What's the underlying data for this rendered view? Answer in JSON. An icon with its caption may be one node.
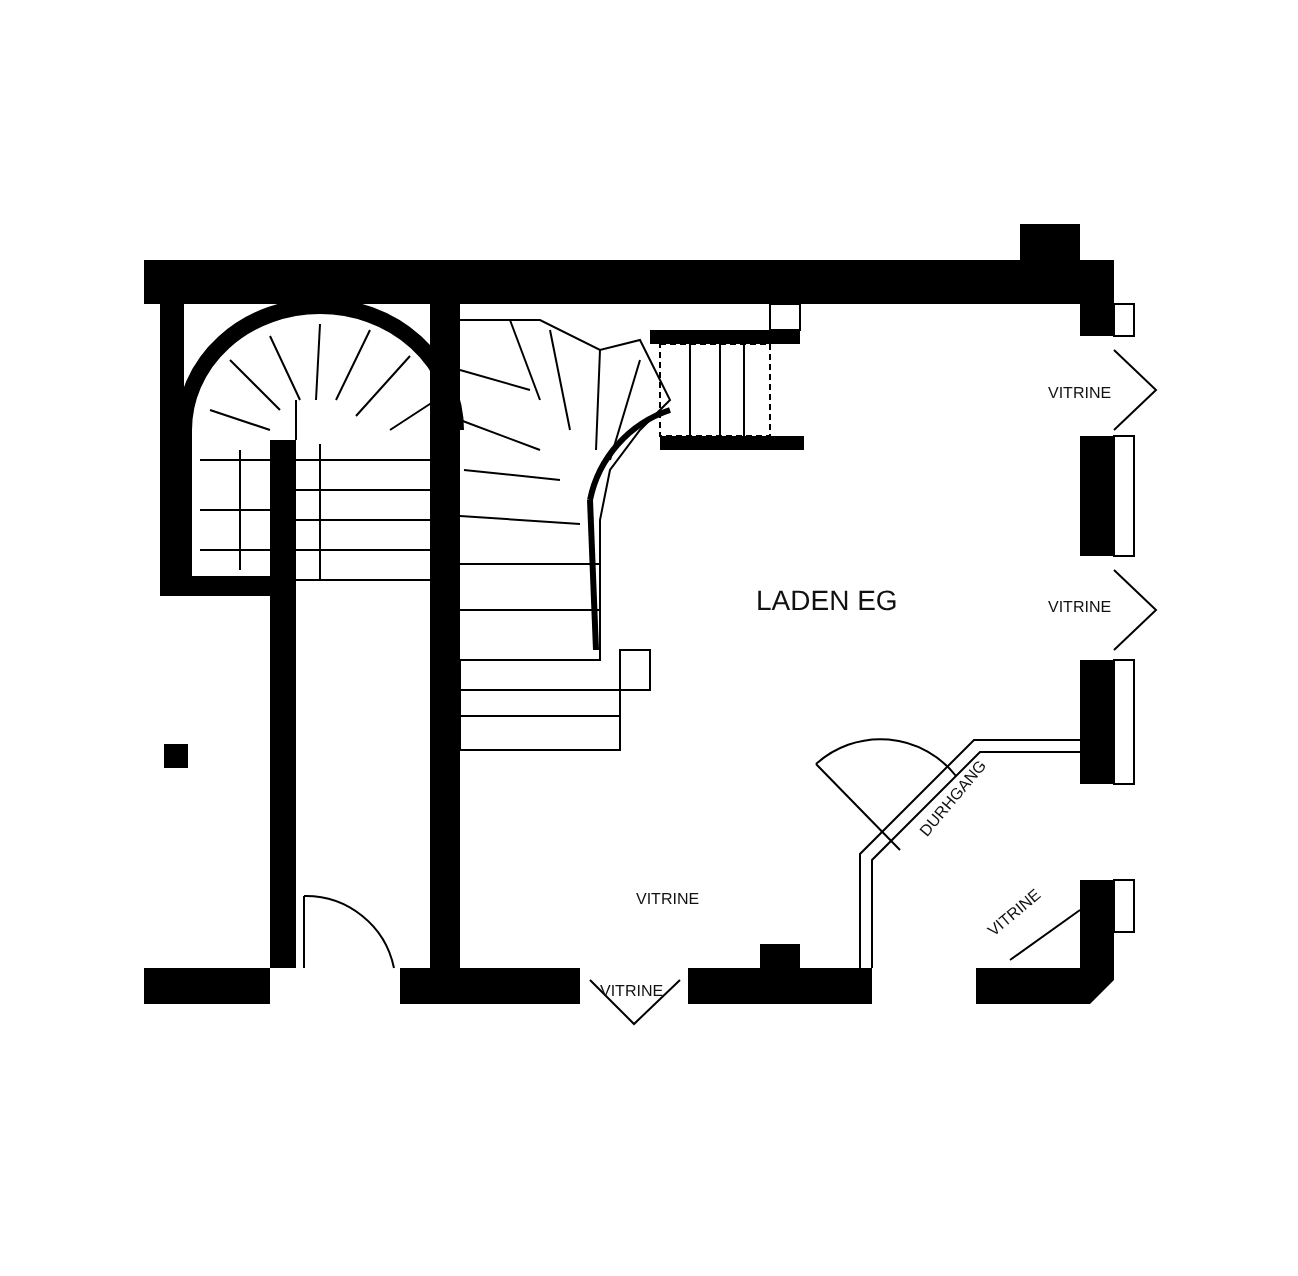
{
  "diagram": {
    "labels": [
      "VITRINE",
      "LADEN EG",
      "VITRINE",
      "DURHGANG",
      "VITRINE",
      "VITRINE",
      "VITRINE"
    ]
  }
}
